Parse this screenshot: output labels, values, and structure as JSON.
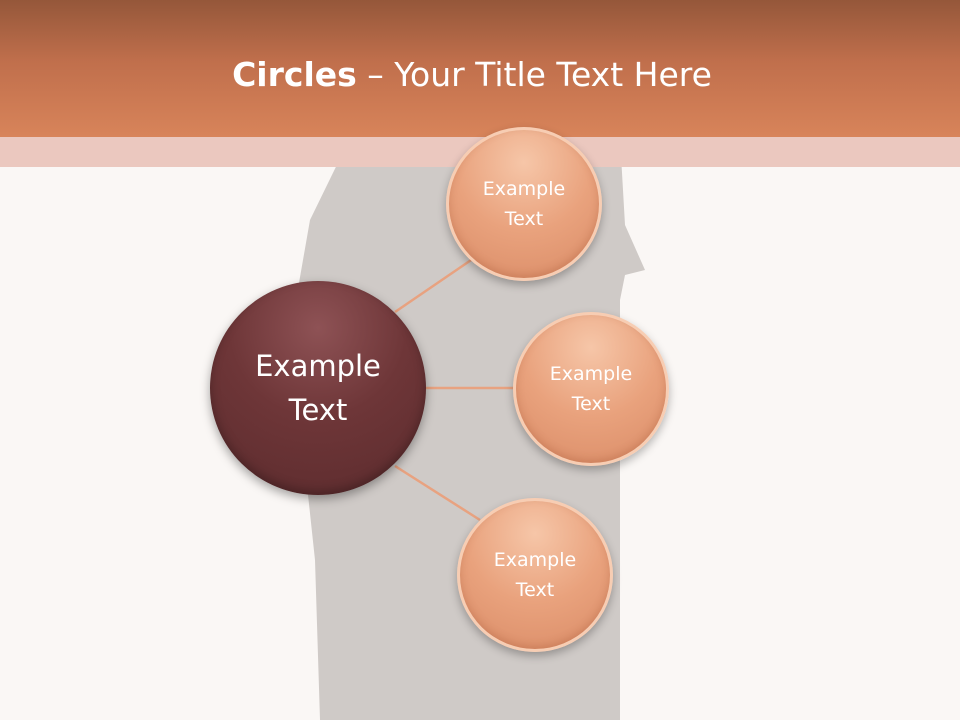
{
  "title": {
    "bold": "Circles",
    "rest": " – Your Title Text Here"
  },
  "diagram": {
    "center": {
      "line1": "Example",
      "line2": "Text"
    },
    "nodes": [
      {
        "line1": "Example",
        "line2": "Text"
      },
      {
        "line1": "Example",
        "line2": "Text"
      },
      {
        "line1": "Example",
        "line2": "Text"
      }
    ]
  },
  "colors": {
    "header": "#c57352",
    "stripe": "#ebc8bf",
    "center_circle": "#6e3638",
    "node_circle": "#e9a27d",
    "connector": "#e8a280",
    "background_figure": "#ccc7c4"
  }
}
